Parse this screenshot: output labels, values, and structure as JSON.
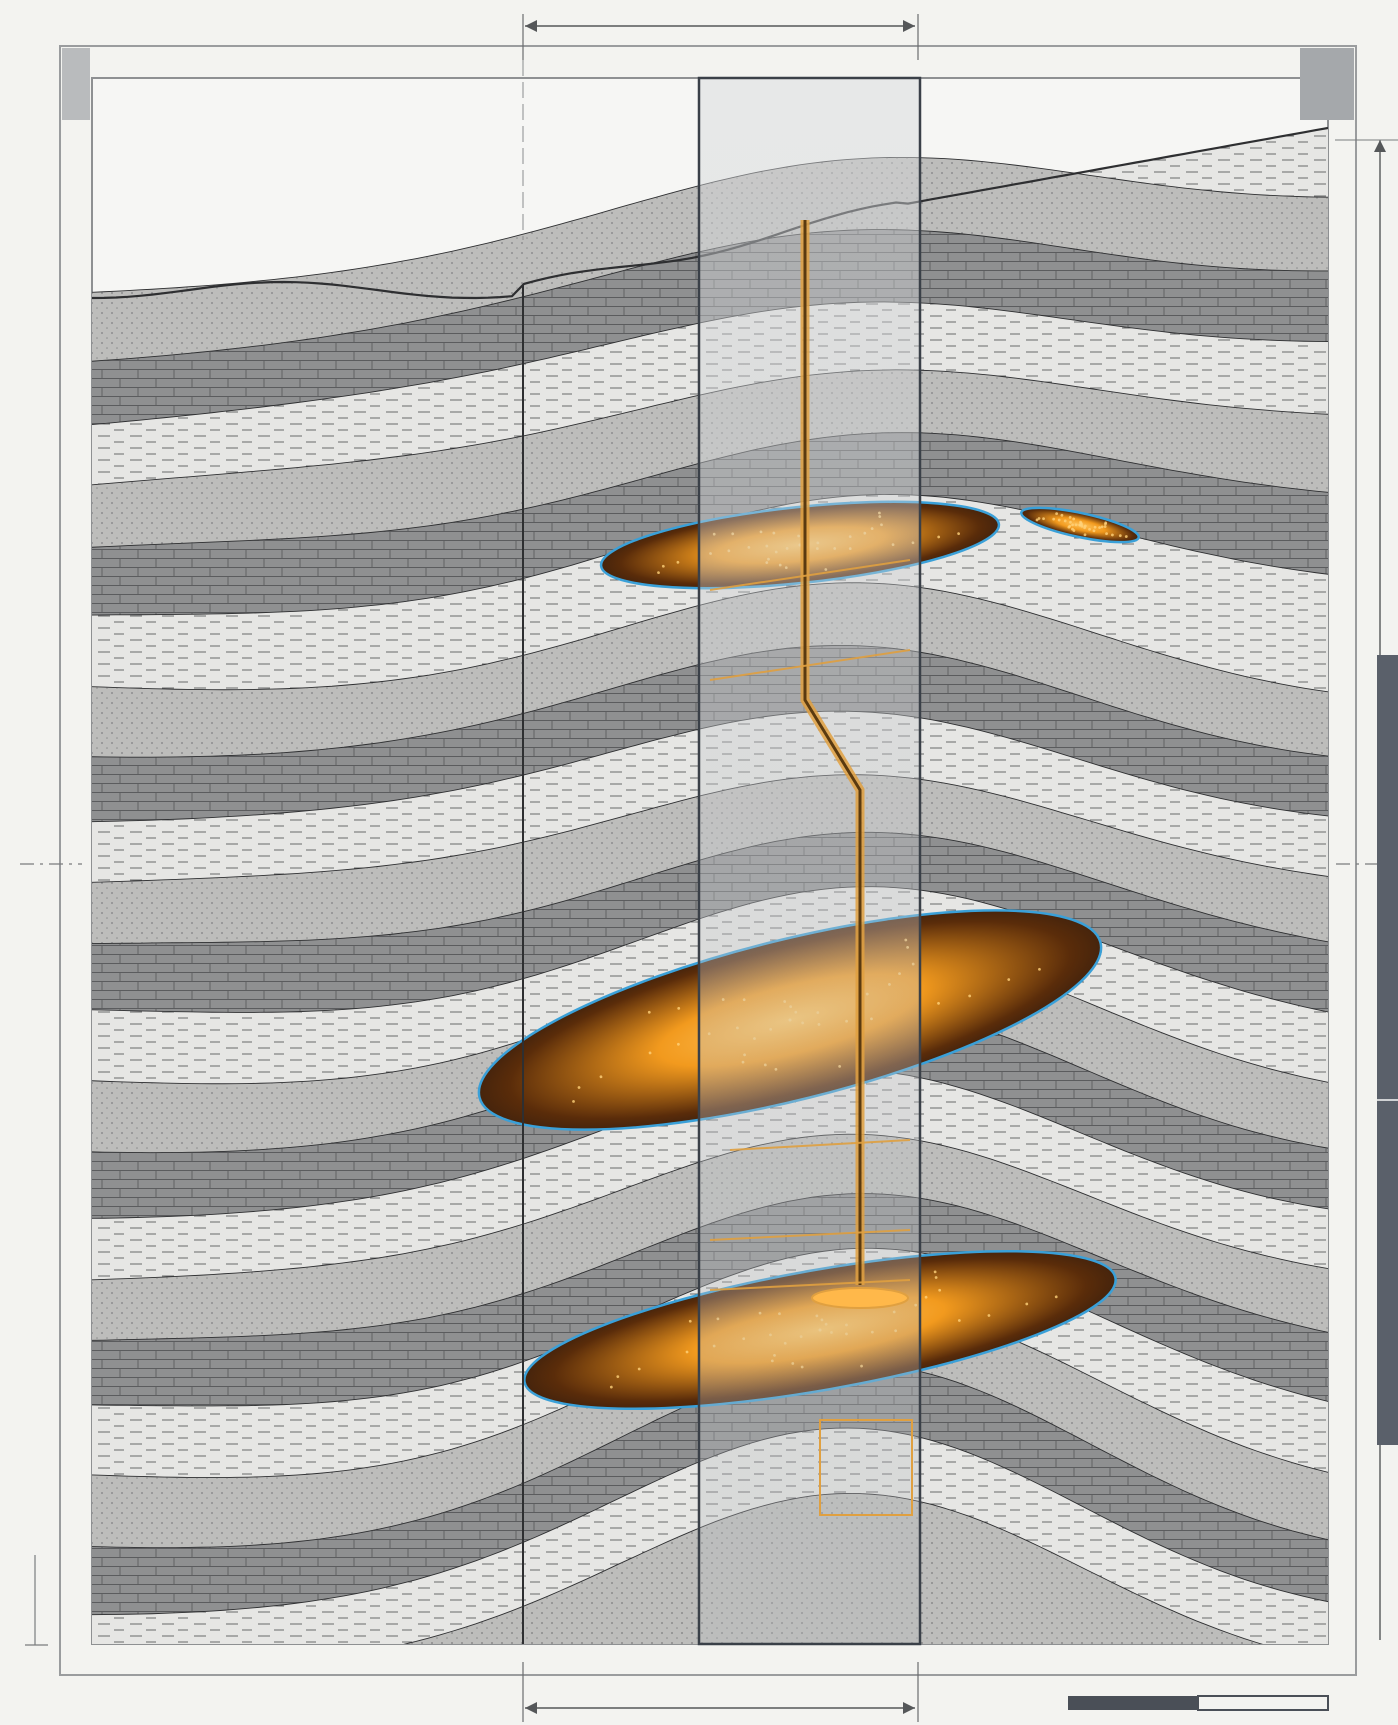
{
  "colors": {
    "background": "#f3f3f0",
    "frame": "#9a9c9e",
    "ink": "#2e2f31",
    "layer_light": "#e6e6e4",
    "layer_mid": "#bdbdbb",
    "layer_dark": "#8f9091",
    "reservoir_core": "#1e1410",
    "reservoir_glow": "#f29a1e",
    "reservoir_edge": "#3aa0d8",
    "well_line": "#e0a040",
    "scale_bar": "#5a606a"
  },
  "icons": {
    "width_dimension_top": "double-arrow-icon",
    "width_dimension_bottom": "double-arrow-icon",
    "height_dimension_right": "arrow-icon"
  },
  "strata": {
    "count": 22,
    "patterns": [
      "dotted-sandstone",
      "dashed-shale",
      "brick-limestone"
    ]
  },
  "reservoirs": {
    "count": 4
  }
}
